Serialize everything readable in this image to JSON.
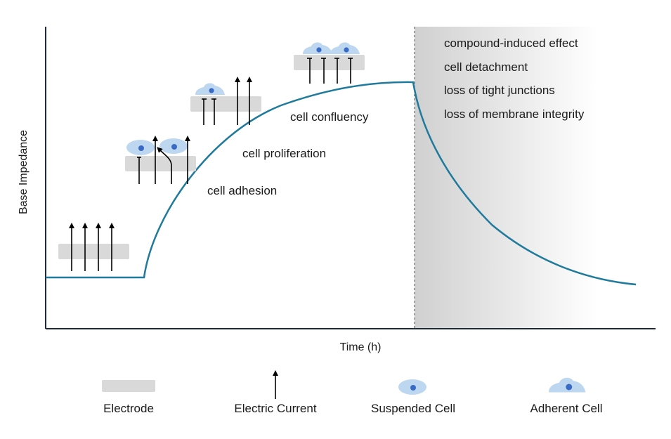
{
  "axes": {
    "y_label": "Base Impedance",
    "x_label": "Time (h)"
  },
  "phases": {
    "adhesion": "cell adhesion",
    "proliferation": "cell proliferation",
    "confluency": "cell confluency"
  },
  "effects": [
    "compound-induced effect",
    "cell detachment",
    "loss of tight junctions",
    "loss of membrane integrity"
  ],
  "legend": {
    "electrode": "Electrode",
    "current": "Electric Current",
    "suspended": "Suspended Cell",
    "adherent": "Adherent Cell"
  },
  "colors": {
    "curve": "#1f7a9c",
    "electrode": "#d9d9d9",
    "cell_body": "#bcd7ef",
    "cell_nucleus": "#3a6bc4",
    "axis": "#1f2a3a"
  }
}
